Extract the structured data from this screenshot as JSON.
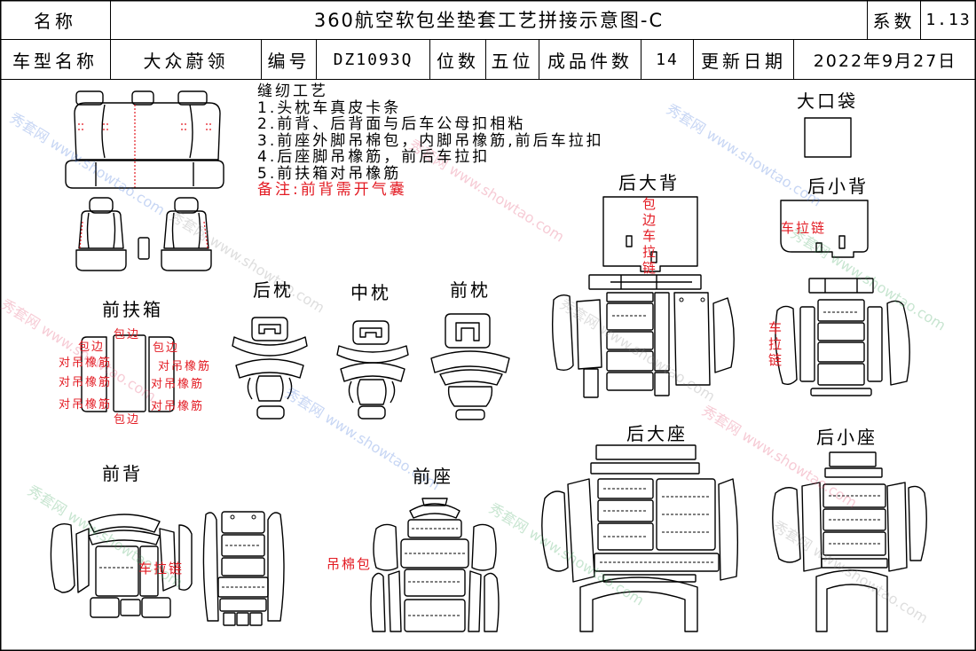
{
  "header": {
    "name_label": "名称",
    "title": "360航空软包坐垫套工艺拼接示意图-C",
    "coef_label": "系数",
    "coef_value": "1.13",
    "model_label": "车型名称",
    "model_value": "大众蔚领",
    "code_label": "编号",
    "code_value": "DZ1093Q",
    "seats_label": "位数",
    "seats_value": "五位",
    "pieces_label": "成品件数",
    "pieces_value": "14",
    "date_label": "更新日期",
    "date_value": "2022年9月27日"
  },
  "process": {
    "heading": "缝纫工艺",
    "steps": [
      "1.头枕车真皮卡条",
      "2.前背、后背面与后车公母扣相粘",
      "3.前座外脚吊棉包，内脚吊橡筋,前后车拉扣",
      "4.后座脚吊橡筋，前后车拉扣",
      "5.前扶箱对吊橡筋"
    ],
    "note": "备注:前背需开气囊"
  },
  "parts": {
    "big_pocket": "大口袋",
    "rear_big_back": "后大背",
    "rear_small_back": "后小背",
    "front_armrest": "前扶箱",
    "rear_headrest": "后枕",
    "middle_headrest": "中枕",
    "front_headrest": "前枕",
    "rear_big_seat": "后大座",
    "rear_small_seat": "后小座",
    "front_back": "前背",
    "front_seat": "前座"
  },
  "annotations": {
    "armrest": {
      "edge_top": "包边",
      "edge_left": "包边",
      "edge_right": "包边",
      "edge_bottom": "包边",
      "elastic": [
        "对吊橡筋",
        "对吊橡筋",
        "对吊橡筋",
        "对吊橡筋",
        "对吊橡筋",
        "对吊橡筋"
      ]
    },
    "rear_big_back_zip": "包边车拉链",
    "rear_small_back_zip_top": "车拉链",
    "rear_small_back_zip_side": "车拉链",
    "front_back_zip": "车拉链",
    "front_seat_padding": "吊棉包"
  },
  "watermark": "秀套网 www.showtao.com",
  "colors": {
    "line": "#000000",
    "annotation": "#e31b23"
  }
}
